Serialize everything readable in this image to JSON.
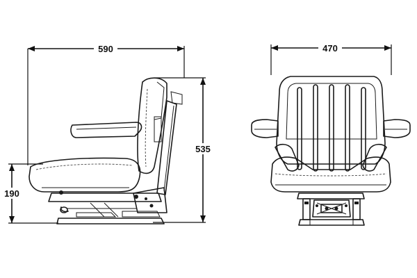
{
  "dimensions": {
    "side_depth": "590",
    "side_height": "535",
    "side_seat_height": "190",
    "front_width": "470"
  },
  "colors": {
    "line": "#1a1a1a",
    "background": "#ffffff"
  }
}
